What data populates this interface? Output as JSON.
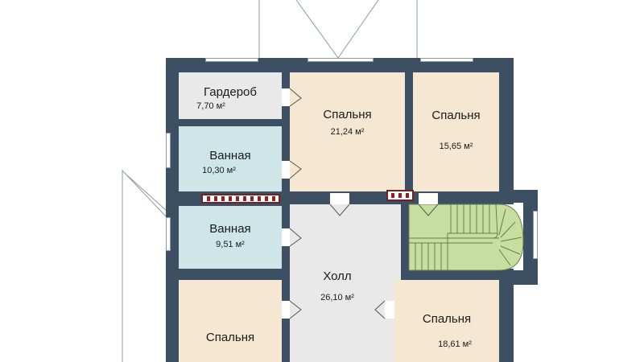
{
  "rooms": {
    "wardrobe": {
      "name": "Гардероб",
      "area": "7,70 м²",
      "color": "#e9e9e9"
    },
    "bedroom1": {
      "name": "Спальня",
      "area": "21,24 м²",
      "color": "#f6e7d3"
    },
    "bedroom2": {
      "name": "Спальня",
      "area": "15,65 м²",
      "color": "#f6e7d3"
    },
    "bath1": {
      "name": "Ванная",
      "area": "10,30 м²",
      "color": "#cfe6e8"
    },
    "bath2": {
      "name": "Ванная",
      "area": "9,51 м²",
      "color": "#cfe6e8"
    },
    "hall": {
      "name": "Холл",
      "area": "26,10 м²",
      "color": "#e9e9e9"
    },
    "bedroom3": {
      "name": "Спальня",
      "area": "18,61 м²",
      "color": "#f6e7d3"
    },
    "bedroom4": {
      "name": "Спальня",
      "color": "#f6e7d3"
    }
  },
  "colors": {
    "wall": "#3d4f63",
    "stairs": "#c6dea0",
    "chimney": "#8b2323",
    "outline": "#8c99a6"
  }
}
